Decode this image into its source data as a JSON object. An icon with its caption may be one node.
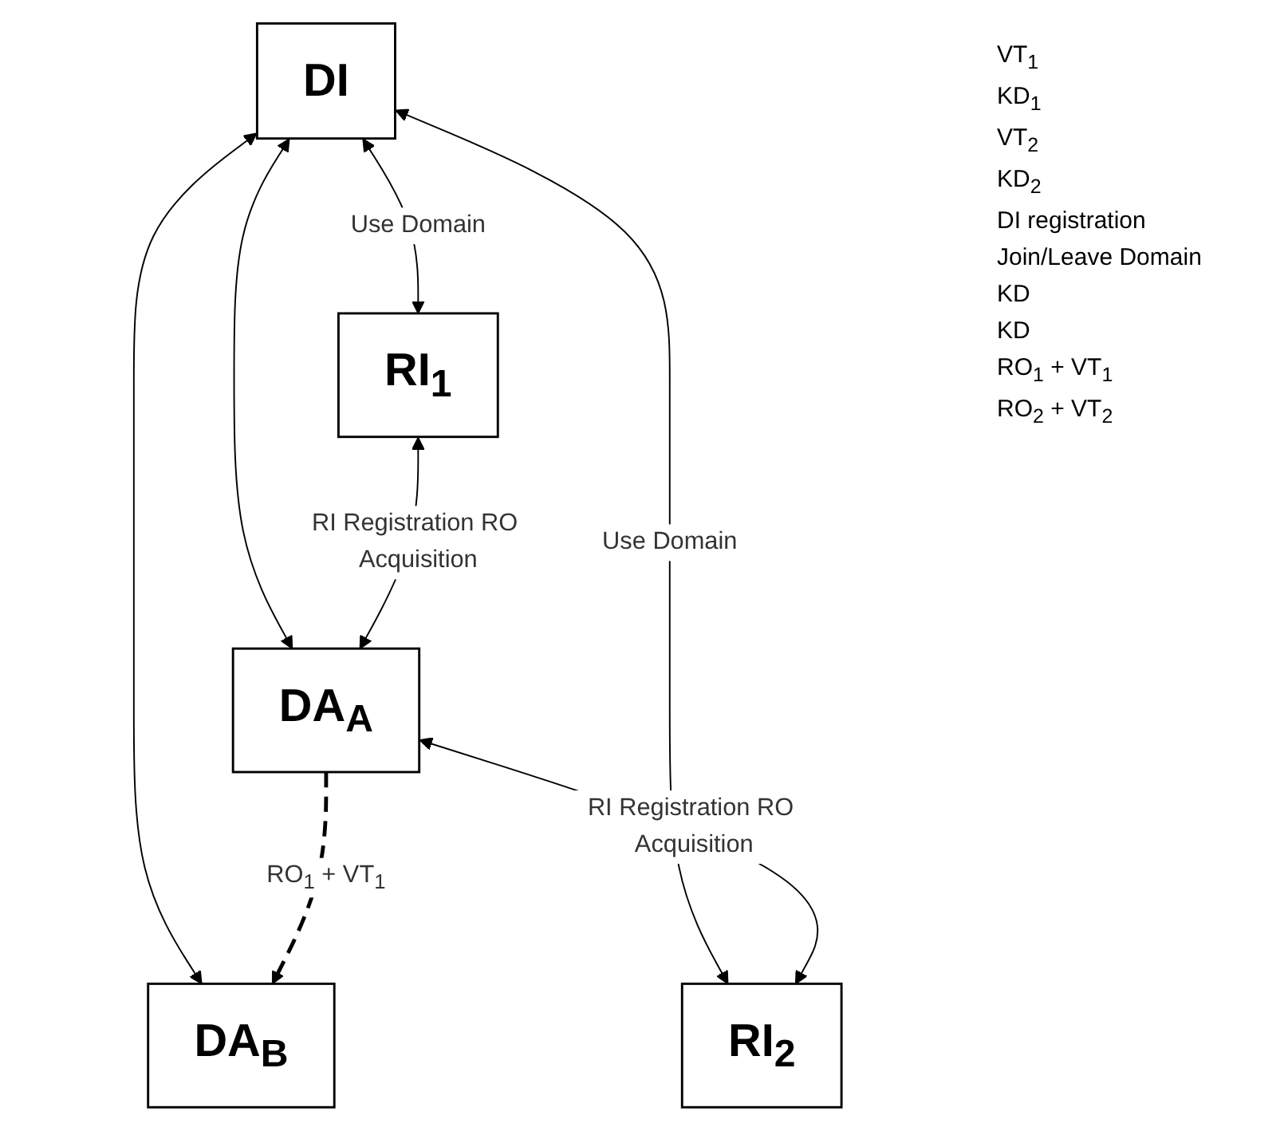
{
  "diagram": {
    "nodes": [
      {
        "text": [
          "DI"
        ]
      },
      {
        "text": [
          "RI$_{1}$"
        ]
      },
      {
        "text": [
          "RI$_{2}$"
        ]
      },
      {
        "text": [
          "DA$_{A}$"
        ]
      },
      {
        "text": [
          "DA$_{B}$"
        ]
      }
    ],
    "edges": [
      {
        "from": 0,
        "to": 1,
        "arrow": "both",
        "label": "Use Domain"
      },
      {
        "from": 0,
        "to": 2,
        "arrow": "both",
        "label": "Use Domain"
      },
      {
        "from": 0,
        "to": 3,
        "arrow": "both"
      },
      {
        "from": 0,
        "to": 4,
        "arrow": "both"
      },
      {
        "from": 1,
        "to": 3,
        "arrow": "both",
        "label": "RI Registration RO Acquisition"
      },
      {
        "from": 3,
        "to": 4,
        "arrow": "to",
        "style": "dashed",
        "label": "RO$_{1}$ + VT$_{1}$"
      },
      {
        "from": 3,
        "to": 2,
        "arrow": "both",
        "label": "RI Registration RO Acquisition"
      }
    ],
    "labels": [
      "VT$_{1}$",
      "KD$_{1}$",
      "VT$_{2}$",
      "KD$_{2}$",
      "DI registration",
      "Join/Leave Domain",
      "KD",
      "KD",
      "RO$_{1}$ + VT$_{1}$",
      "RO$_{2}$ + VT$_{2}$"
    ]
  }
}
